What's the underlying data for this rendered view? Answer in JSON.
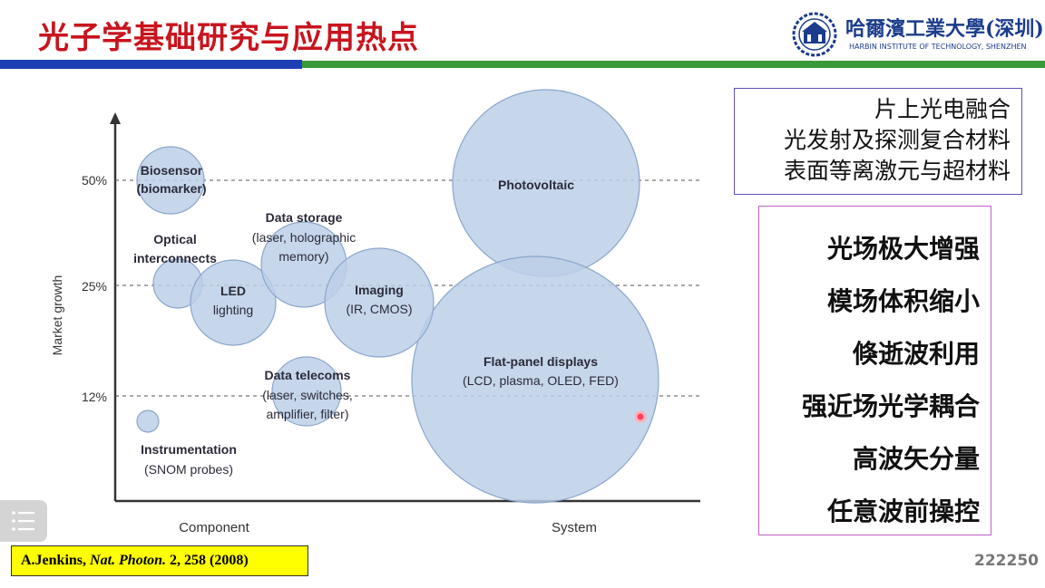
{
  "header": {
    "title": "光子学基础研究与应用热点",
    "logo_cn": "哈爾濱工業大學(深圳)",
    "logo_en": "HARBIN INSTITUTE OF TECHNOLOGY, SHENZHEN"
  },
  "chart_data": {
    "type": "bubble",
    "ylabel": "Market growth",
    "x_categories": [
      "Component",
      "System"
    ],
    "y_ticks": [
      "50%",
      "25%",
      "12%"
    ],
    "bubbles": [
      {
        "name": "Biosensor",
        "detail": "(biomarker)",
        "x": "Component",
        "y": "50%",
        "size": "small"
      },
      {
        "name": "Optical interconnects",
        "detail": "",
        "x": "Component",
        "y": "25%",
        "size": "small"
      },
      {
        "name": "LED",
        "detail": "lighting",
        "x": "Component",
        "y": "25%",
        "size": "small"
      },
      {
        "name": "Data storage",
        "detail": "(laser, holographic memory)",
        "x": "Component",
        "y": "25%",
        "size": "small"
      },
      {
        "name": "Imaging",
        "detail": "(IR, CMOS)",
        "x": "Component",
        "y": "25%",
        "size": "medium"
      },
      {
        "name": "Data telecoms",
        "detail": "(laser, switches, amplifier, filter)",
        "x": "Component",
        "y": "12%",
        "size": "small"
      },
      {
        "name": "Instrumentation",
        "detail": "(SNOM probes)",
        "x": "Component",
        "y": "below 12%",
        "size": "tiny"
      },
      {
        "name": "Photovoltaic",
        "detail": "",
        "x": "System",
        "y": "50%",
        "size": "large"
      },
      {
        "name": "Flat-panel displays",
        "detail": "(LCD, plasma, OLED, FED)",
        "x": "System",
        "y": "12%",
        "size": "very large"
      }
    ],
    "grid": "dashed at tick levels"
  },
  "topics_box": {
    "items": [
      "片上光电融合",
      "光发射及探测复合材料",
      "表面等离激元与超材料"
    ]
  },
  "features_box": {
    "items": [
      "光场极大增强",
      "模场体积缩小",
      "倏逝波利用",
      "强近场光学耦合",
      "高波矢分量",
      "任意波前操控"
    ]
  },
  "reference": {
    "author": "A.Jenkins,",
    "journal": "Nat. Photon.",
    "citation": "2, 258 (2008)"
  },
  "page_number": "222250",
  "colors": {
    "title": "#c8141e",
    "bubble_fill": "#bccfe8",
    "bubble_stroke": "#8ba6cb",
    "ref_bg": "#ffff00"
  }
}
